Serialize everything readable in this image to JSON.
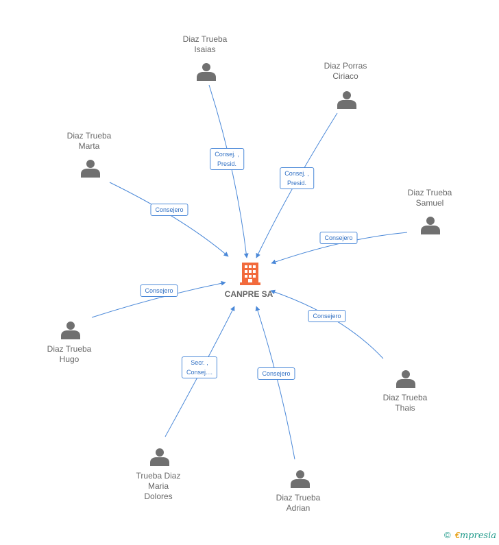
{
  "center": {
    "label": "CANPRE SA"
  },
  "colors": {
    "edge": "#4a88d8",
    "person": "#707070",
    "company": "#f26a3c",
    "label": "#666666"
  },
  "people": [
    {
      "id": "isaias",
      "lines": [
        "Diaz Trueba",
        "Isaias"
      ],
      "role": [
        "Consej. ,",
        "Presid."
      ]
    },
    {
      "id": "ciriaco",
      "lines": [
        "Diaz Porras",
        "Ciriaco"
      ],
      "role": [
        "Consej. ,",
        "Presid."
      ]
    },
    {
      "id": "marta",
      "lines": [
        "Diaz Trueba",
        "Marta"
      ],
      "role": [
        "Consejero"
      ]
    },
    {
      "id": "samuel",
      "lines": [
        "Diaz Trueba",
        "Samuel"
      ],
      "role": [
        "Consejero"
      ]
    },
    {
      "id": "hugo",
      "lines": [
        "Diaz Trueba",
        "Hugo"
      ],
      "role": [
        "Consejero"
      ]
    },
    {
      "id": "thais",
      "lines": [
        "Diaz Trueba",
        "Thais"
      ],
      "role": [
        "Consejero"
      ]
    },
    {
      "id": "maria-dolores",
      "lines": [
        "Trueba Diaz",
        "Maria",
        "Dolores"
      ],
      "role": [
        "Secr. ,",
        "Consej...."
      ]
    },
    {
      "id": "adrian",
      "lines": [
        "Diaz Trueba",
        "Adrian"
      ],
      "role": [
        "Consejero"
      ]
    }
  ],
  "footer": {
    "copyright": "©",
    "brand_first": "€",
    "brand_rest": "mpresia"
  }
}
